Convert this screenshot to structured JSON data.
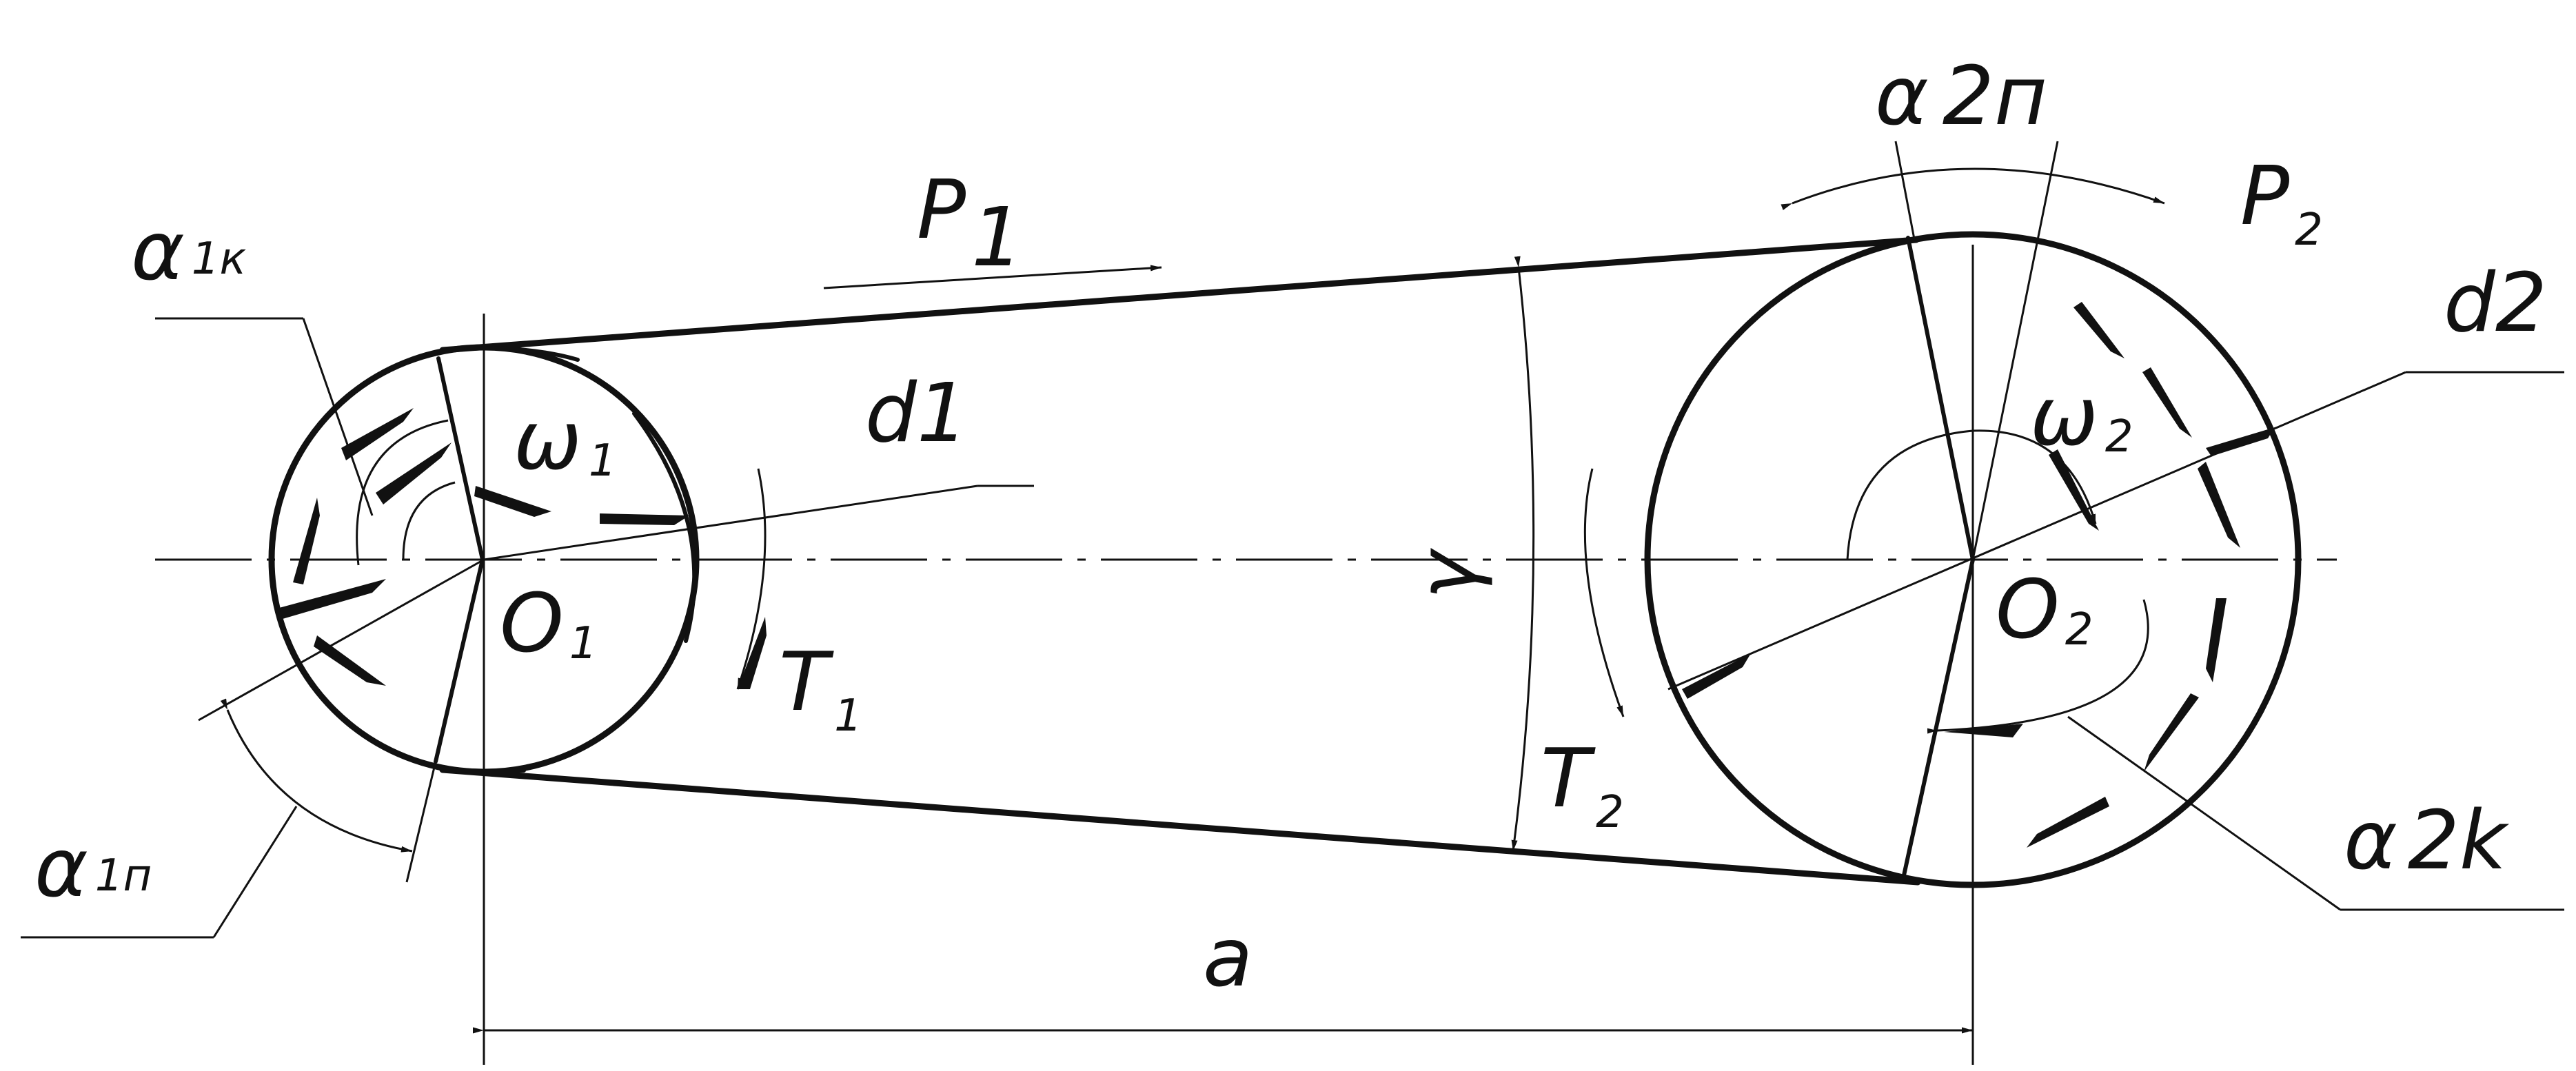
{
  "labels": {
    "alpha_1k": "α",
    "alpha_1k_sub": "1к",
    "alpha_1p": "α",
    "alpha_1p_sub": "1п",
    "alpha_2p": "α",
    "alpha_2p_sub": "2п",
    "alpha_2k": "α",
    "alpha_2k_sub": "2k",
    "P1": "P",
    "P1_sub": "1",
    "P2": "P",
    "P2_sub": "2",
    "d1": "d1",
    "d2": "d2",
    "omega1": "ω",
    "omega1_sub": "1",
    "omega2": "ω",
    "omega2_sub": "2",
    "O1": "O",
    "O1_sub": "1",
    "O2": "O",
    "O2_sub": "2",
    "T1": "T",
    "T1_sub": "1",
    "T2": "T",
    "T2_sub": "2",
    "gamma": "γ",
    "a": "a"
  }
}
